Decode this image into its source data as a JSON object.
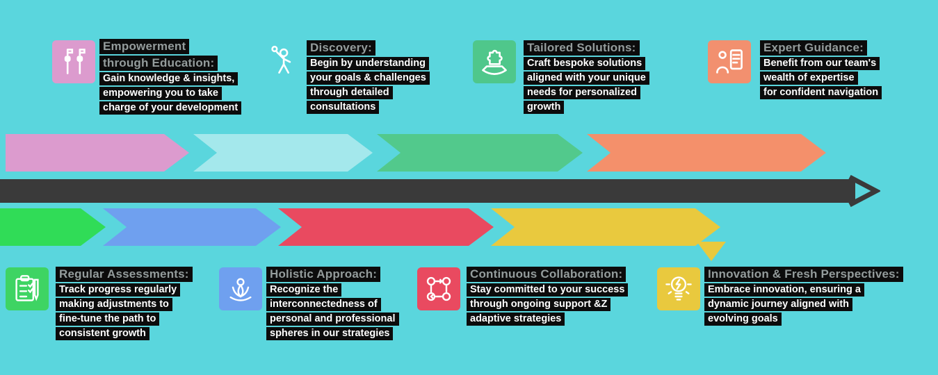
{
  "page": {
    "background": "#5AD6DD",
    "band_color": "#3A3A3A",
    "highlight_color": "#0C0C0C",
    "title_text_color": "#949C9C",
    "body_text_color": "#FFFFFF"
  },
  "top_steps": [
    {
      "icon": "raised-fists-icon",
      "tile_color": "#DC9BCE",
      "title_lines": [
        "Empowerment",
        "through Education:"
      ],
      "body_lines": [
        "Gain knowledge & insights,",
        "empowering you to take",
        "charge of your development"
      ]
    },
    {
      "icon": "person-discovery-icon",
      "tile_color": "transparent",
      "title_lines": [
        "Discovery:"
      ],
      "body_lines": [
        "Begin by understanding",
        "your goals & challenges",
        "through detailed",
        "consultations"
      ]
    },
    {
      "icon": "hand-puzzle-icon",
      "tile_color": "#4FC78B",
      "title_lines": [
        "Tailored Solutions:"
      ],
      "body_lines": [
        "Craft bespoke solutions",
        "aligned with your unique",
        "needs for personalized",
        "growth"
      ]
    },
    {
      "icon": "person-checklist-icon",
      "tile_color": "#F2906F",
      "title_lines": [
        "Expert Guidance:"
      ],
      "body_lines": [
        "Benefit from our team's",
        "wealth of expertise",
        "for confident navigation"
      ]
    }
  ],
  "bottom_steps": [
    {
      "icon": "clipboard-check-icon",
      "tile_color": "#3ED463",
      "title_lines": [
        "Regular Assessments:"
      ],
      "body_lines": [
        "Track progress regularly",
        "making adjustments to",
        "fine-tune the path to",
        "consistent growth"
      ]
    },
    {
      "icon": "lotus-person-icon",
      "tile_color": "#6FA0EF",
      "title_lines": [
        "Holistic Approach:"
      ],
      "body_lines": [
        "Recognize the",
        "interconnectedness of",
        "personal and professional",
        "spheres in our strategies"
      ]
    },
    {
      "icon": "people-network-icon",
      "tile_color": "#E94A60",
      "title_lines": [
        "Continuous Collaboration:"
      ],
      "body_lines": [
        "Stay committed to your success",
        "through ongoing support &Z",
        "adaptive strategies"
      ]
    },
    {
      "icon": "lightbulb-bolt-icon",
      "tile_color": "#E9C93E",
      "title_lines": [
        "Innovation & Fresh Perspectives:"
      ],
      "body_lines": [
        "Embrace innovation, ensuring a",
        "dynamic journey aligned with",
        "evolving goals"
      ]
    }
  ],
  "top_arrows": [
    {
      "color": "#DC9BCE"
    },
    {
      "color": "rgba(255,255,255,0.45)"
    },
    {
      "color": "#52C98C"
    },
    {
      "color": "#F4906B"
    }
  ],
  "bottom_arrows": [
    {
      "color": "#30DC57"
    },
    {
      "color": "#6FA0EF"
    },
    {
      "color": "#E94A60"
    },
    {
      "color": "#E9C93E"
    }
  ]
}
